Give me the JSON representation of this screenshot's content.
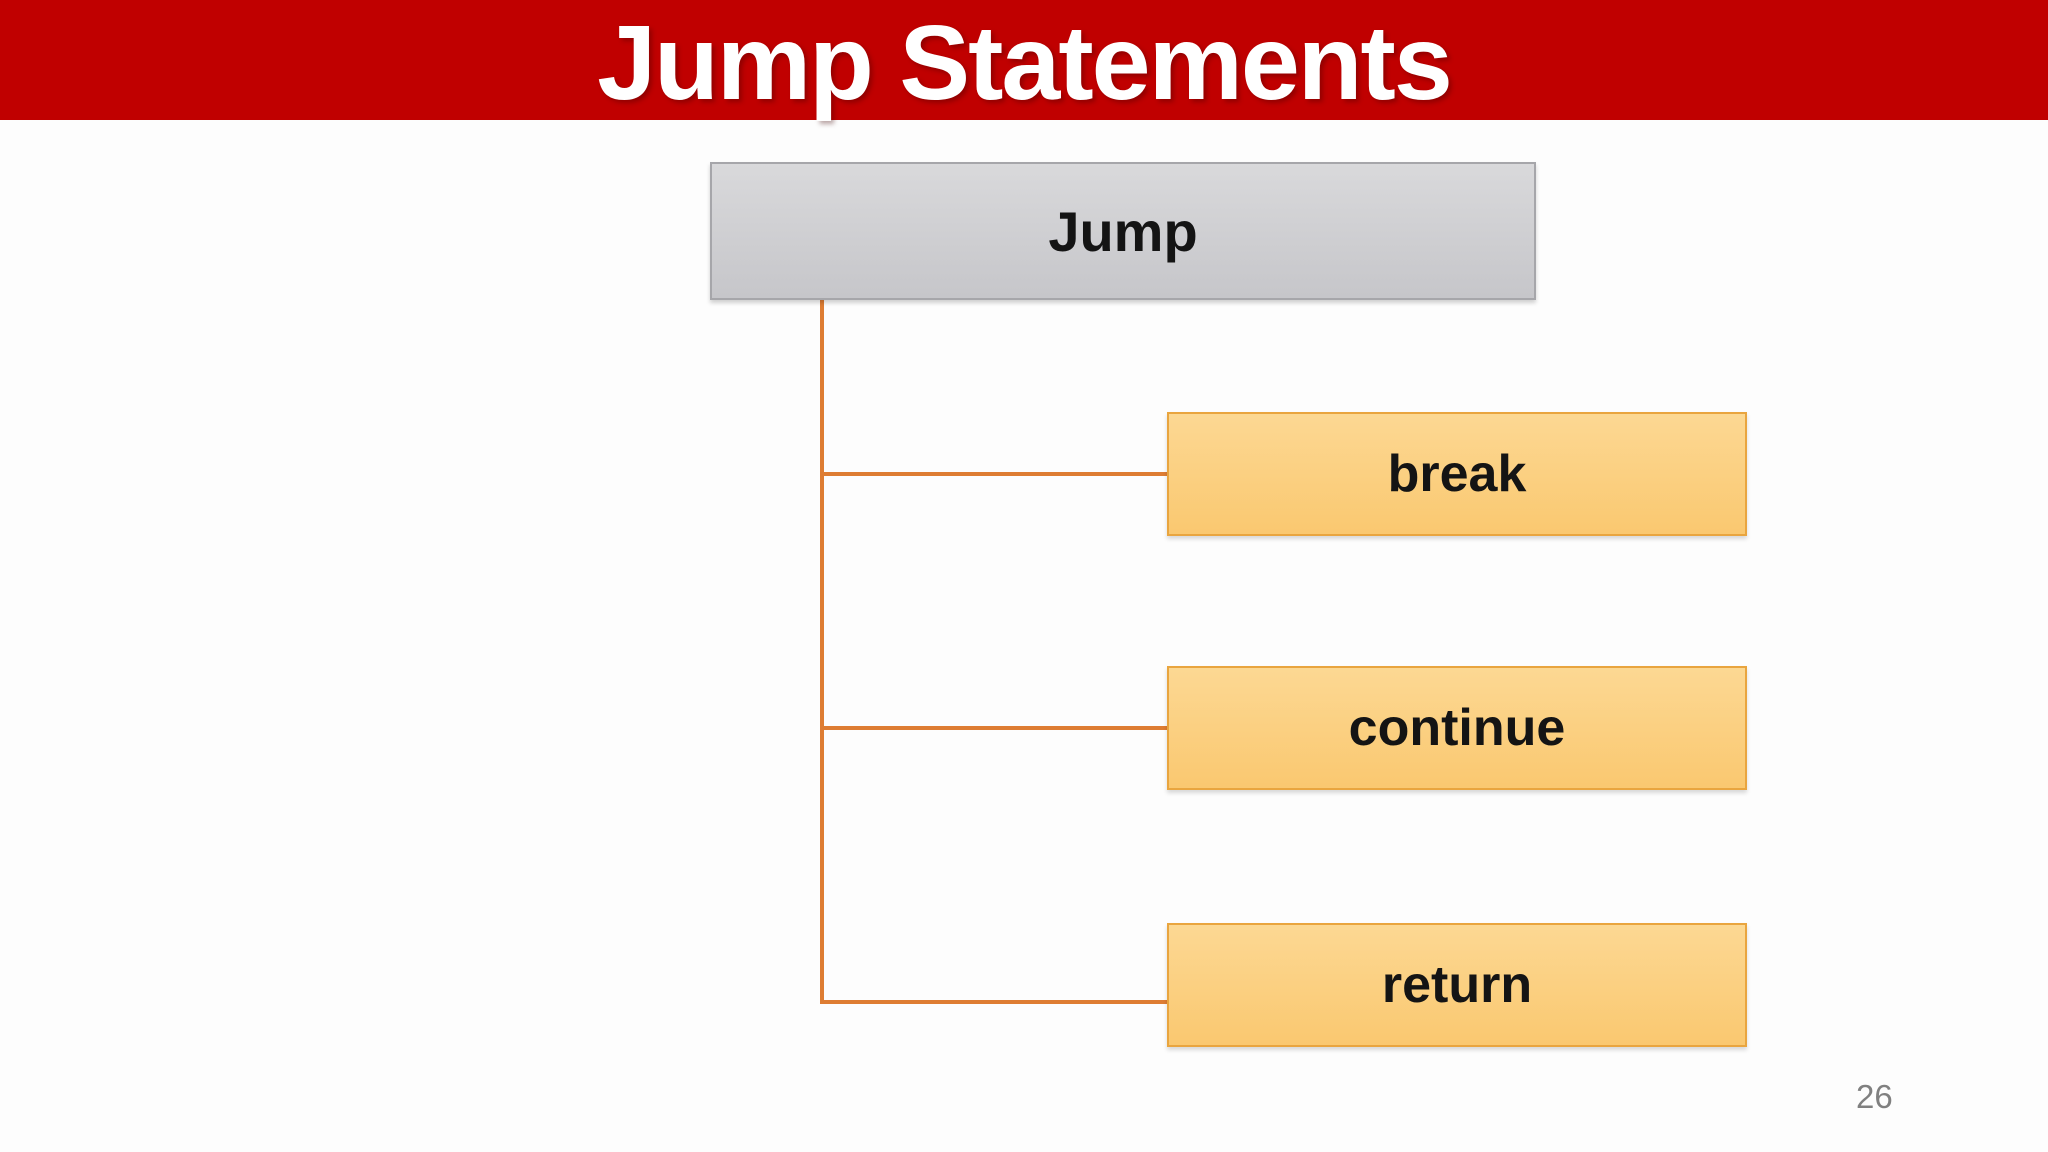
{
  "slide": {
    "title": "Jump Statements",
    "page_number": "26"
  },
  "diagram": {
    "root": {
      "label": "Jump"
    },
    "children": [
      {
        "label": "break"
      },
      {
        "label": "continue"
      },
      {
        "label": "return"
      }
    ]
  },
  "colors": {
    "banner_red": "#C00000",
    "title_text": "#FFFFFF",
    "root_fill_top": "#D9D9DB",
    "root_fill_bottom": "#C6C6CA",
    "root_border": "#A6A6AA",
    "child_fill_top": "#FCD893",
    "child_fill_bottom": "#FAC870",
    "child_border": "#E9A53F",
    "connector": "#DE7D33",
    "node_text": "#141414",
    "page_number_gray": "#808080",
    "background": "#FDFDFD"
  }
}
